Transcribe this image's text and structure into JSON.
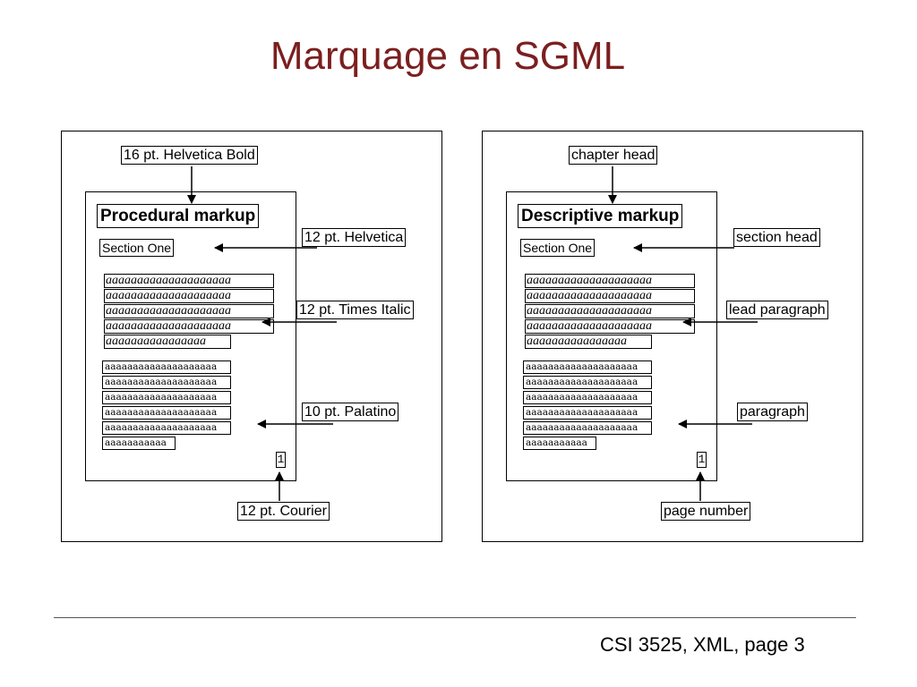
{
  "title": "Marquage en SGML",
  "footer": "CSI 3525, XML, page 3",
  "lead_text": "aaaaaaaaaaaaaaaaaaaa",
  "lead_last": "aaaaaaaaaaaaaaaa",
  "para_text": "aaaaaaaaaaaaaaaaaaaa",
  "para_last": "aaaaaaaaaaa",
  "left": {
    "page_title": "Procedural markup",
    "section": "Section One",
    "page_number": "1",
    "labels": {
      "heading": "16 pt. Helvetica Bold",
      "section": "12 pt. Helvetica",
      "lead": "12 pt. Times Italic",
      "paragraph": "10 pt. Palatino",
      "page_number": "12 pt. Courier"
    }
  },
  "right": {
    "page_title": "Descriptive markup",
    "section": "Section One",
    "page_number": "1",
    "labels": {
      "heading": "chapter head",
      "section": "section head",
      "lead": "lead paragraph",
      "paragraph": "paragraph",
      "page_number": "page number"
    }
  },
  "colors": {
    "title": "#7b1f1f",
    "ink": "#000000"
  }
}
